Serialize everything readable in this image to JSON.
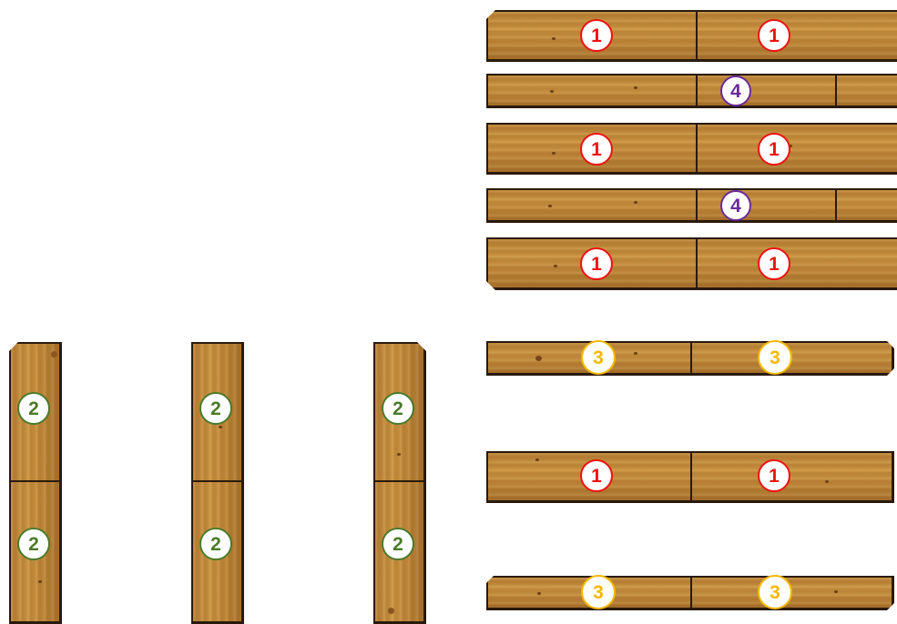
{
  "colors": {
    "part_1": "#ee1111",
    "part_2": "#4b7a2a",
    "part_3": "#f5b800",
    "part_4": "#6a2a9a"
  },
  "top_stack": {
    "row_1": [
      "1",
      "1"
    ],
    "row_2": [
      "4"
    ],
    "row_3": [
      "1",
      "1"
    ],
    "row_4": [
      "4"
    ],
    "row_5": [
      "1",
      "1"
    ]
  },
  "legs": {
    "leg_1": [
      "2",
      "2"
    ],
    "leg_2": [
      "2",
      "2"
    ],
    "leg_3": [
      "2",
      "2"
    ]
  },
  "lower_boards": {
    "board_a": [
      "3",
      "3"
    ],
    "board_b": [
      "1",
      "1"
    ],
    "board_c": [
      "3",
      "3"
    ]
  }
}
